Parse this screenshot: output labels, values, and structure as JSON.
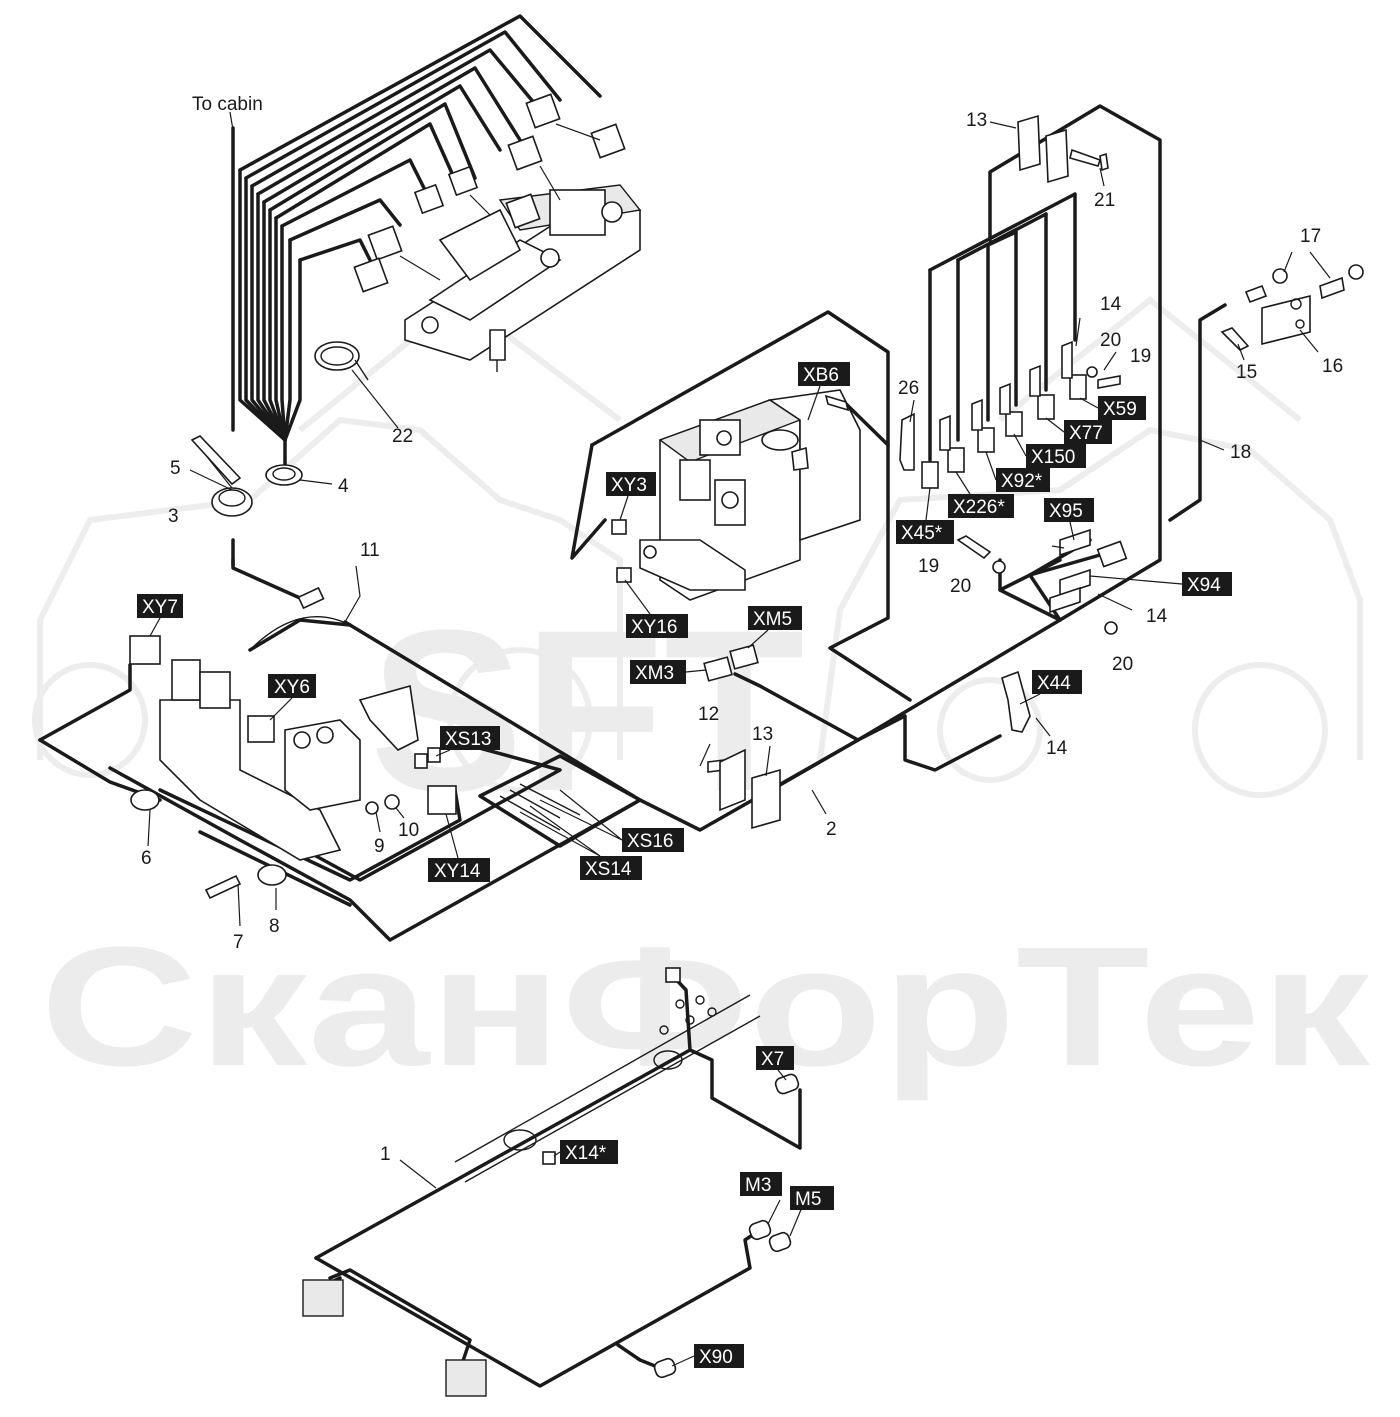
{
  "watermark": {
    "logo_text": "SFT",
    "company_text": "СканФорТек"
  },
  "annotations": {
    "to_cabin": "To cabin"
  },
  "callouts": [
    {
      "id": "c1",
      "label": "1"
    },
    {
      "id": "c2",
      "label": "2"
    },
    {
      "id": "c3",
      "label": "3"
    },
    {
      "id": "c4",
      "label": "4"
    },
    {
      "id": "c5",
      "label": "5"
    },
    {
      "id": "c6",
      "label": "6"
    },
    {
      "id": "c7",
      "label": "7"
    },
    {
      "id": "c8",
      "label": "8"
    },
    {
      "id": "c9",
      "label": "9"
    },
    {
      "id": "c10",
      "label": "10"
    },
    {
      "id": "c11",
      "label": "11"
    },
    {
      "id": "c12",
      "label": "12"
    },
    {
      "id": "c13a",
      "label": "13"
    },
    {
      "id": "c13b",
      "label": "13"
    },
    {
      "id": "c14a",
      "label": "14"
    },
    {
      "id": "c14b",
      "label": "14"
    },
    {
      "id": "c14c",
      "label": "14"
    },
    {
      "id": "c15",
      "label": "15"
    },
    {
      "id": "c16",
      "label": "16"
    },
    {
      "id": "c17",
      "label": "17"
    },
    {
      "id": "c18",
      "label": "18"
    },
    {
      "id": "c19a",
      "label": "19"
    },
    {
      "id": "c19b",
      "label": "19"
    },
    {
      "id": "c20a",
      "label": "20"
    },
    {
      "id": "c20b",
      "label": "20"
    },
    {
      "id": "c20c",
      "label": "20"
    },
    {
      "id": "c21",
      "label": "21"
    },
    {
      "id": "c22",
      "label": "22"
    },
    {
      "id": "c26",
      "label": "26"
    }
  ],
  "connector_tags": [
    {
      "id": "t-xy7",
      "label": "XY7"
    },
    {
      "id": "t-xy6",
      "label": "XY6"
    },
    {
      "id": "t-xy14",
      "label": "XY14"
    },
    {
      "id": "t-xs13",
      "label": "XS13"
    },
    {
      "id": "t-xs16",
      "label": "XS16"
    },
    {
      "id": "t-xs14",
      "label": "XS14"
    },
    {
      "id": "t-xy3",
      "label": "XY3"
    },
    {
      "id": "t-xy16",
      "label": "XY16"
    },
    {
      "id": "t-xb6",
      "label": "XB6"
    },
    {
      "id": "t-xm5",
      "label": "XM5"
    },
    {
      "id": "t-xm3",
      "label": "XM3"
    },
    {
      "id": "t-x59",
      "label": "X59"
    },
    {
      "id": "t-x77",
      "label": "X77"
    },
    {
      "id": "t-x150",
      "label": "X150"
    },
    {
      "id": "t-x92",
      "label": "X92*"
    },
    {
      "id": "t-x226",
      "label": "X226*"
    },
    {
      "id": "t-x45",
      "label": "X45*"
    },
    {
      "id": "t-x95",
      "label": "X95"
    },
    {
      "id": "t-x94",
      "label": "X94"
    },
    {
      "id": "t-x44",
      "label": "X44"
    },
    {
      "id": "t-x7",
      "label": "X7"
    },
    {
      "id": "t-x14",
      "label": "X14*"
    },
    {
      "id": "t-m3",
      "label": "M3"
    },
    {
      "id": "t-m5",
      "label": "M5"
    },
    {
      "id": "t-x90",
      "label": "X90"
    }
  ]
}
